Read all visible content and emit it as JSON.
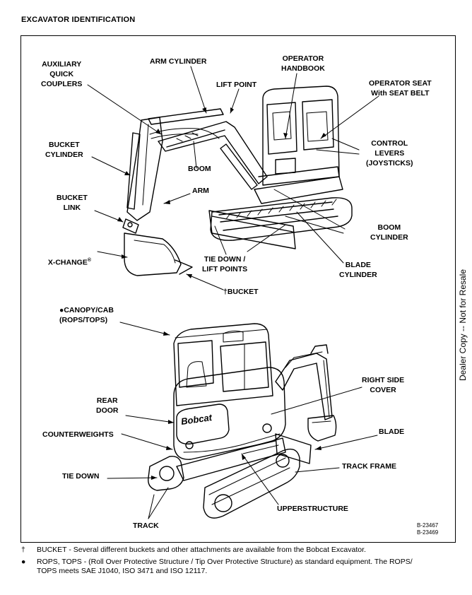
{
  "page_title": "EXCAVATOR IDENTIFICATION",
  "labels": {
    "aux_couplers": "AUXILIARY\nQUICK\nCOUPLERS",
    "arm_cylinder": "ARM CYLINDER",
    "lift_point": "LIFT POINT",
    "operator_handbook": "OPERATOR\nHANDBOOK",
    "operator_seat": "OPERATOR SEAT\nWith SEAT BELT",
    "bucket_cylinder": "BUCKET\nCYLINDER",
    "control_levers": "CONTROL\nLEVERS\n(JOYSTICKS)",
    "boom": "BOOM",
    "arm": "ARM",
    "bucket_link": "BUCKET\nLINK",
    "boom_cylinder": "BOOM\nCYLINDER",
    "x_change": "X-CHANGE",
    "x_change_mark": "®",
    "tie_down_lift": "TIE DOWN /\nLIFT POINTS",
    "blade_cylinder": "BLADE\nCYLINDER",
    "bucket": "†BUCKET",
    "canopy_cab": "●CANOPY/CAB\n(ROPS/TOPS)",
    "right_side_cover": "RIGHT SIDE\nCOVER",
    "rear_door": "REAR\nDOOR",
    "blade": "BLADE",
    "counterweights": "COUNTERWEIGHTS",
    "track_frame": "TRACK FRAME",
    "tie_down": "TIE DOWN",
    "upperstructure": "UPPERSTRUCTURE",
    "track": "TRACK"
  },
  "brand_decal": "Bobcat",
  "ref_codes": "B-23467\nB-23469",
  "side_note": "Dealer Copy -- Not for Resale",
  "footnotes": [
    {
      "symbol": "†",
      "text": "BUCKET - Several different buckets and other attachments are available from the Bobcat Excavator."
    },
    {
      "symbol": "●",
      "text": "ROPS, TOPS - (Roll Over Protective Structure / Tip Over Protective Structure) as standard equipment. The ROPS/\nTOPS meets SAE J1040, ISO 3471 and ISO 12117."
    }
  ],
  "colors": {
    "ink": "#000000",
    "background": "#ffffff"
  }
}
